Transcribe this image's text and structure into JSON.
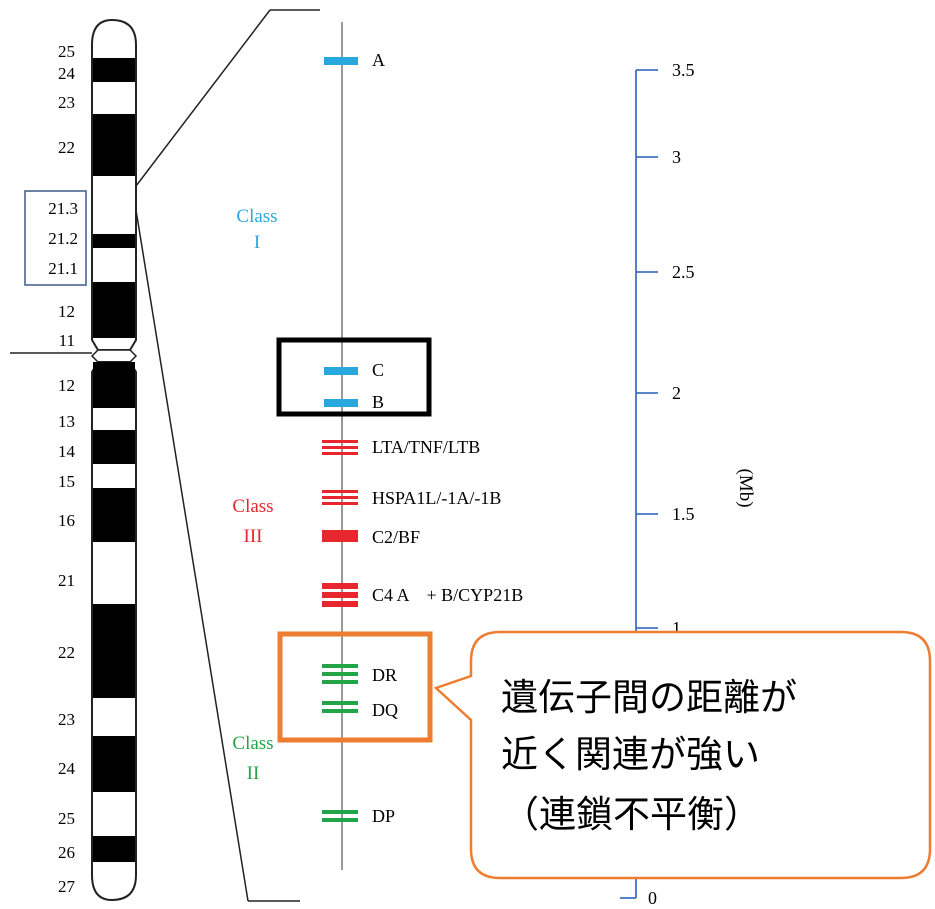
{
  "chromosome": {
    "p_arm_bands": [
      "25",
      "24",
      "23",
      "22",
      "21.3",
      "21.2",
      "21.1",
      "12",
      "11"
    ],
    "q_arm_bands": [
      "12",
      "13",
      "14",
      "15",
      "16",
      "21",
      "22",
      "23",
      "24",
      "25",
      "26",
      "27"
    ]
  },
  "genes": [
    {
      "label": "A",
      "class": "I"
    },
    {
      "label": "C",
      "class": "I"
    },
    {
      "label": "B",
      "class": "I"
    },
    {
      "label": "LTA/TNF/LTB",
      "class": "III"
    },
    {
      "label": "HSPA1L/-1A/-1B",
      "class": "III"
    },
    {
      "label": "C2/BF",
      "class": "III"
    },
    {
      "label": "C4 A　+ B/CYP21B",
      "class": "III"
    },
    {
      "label": "DR",
      "class": "II"
    },
    {
      "label": "DQ",
      "class": "II"
    },
    {
      "label": "DP",
      "class": "II"
    }
  ],
  "class_labels": {
    "class1": {
      "word": "Class",
      "numeral": "I"
    },
    "class3": {
      "word": "Class",
      "numeral": "III"
    },
    "class2": {
      "word": "Class",
      "numeral": "II"
    }
  },
  "scale": {
    "unit": "(Mb)",
    "ticks": [
      "3.5",
      "3",
      "2.5",
      "2",
      "1.5",
      "1",
      "0"
    ]
  },
  "callout": {
    "lines": [
      "遺伝子間の距離が",
      "近く関連が強い",
      "（連鎖不平衡）"
    ]
  },
  "colors": {
    "class1": "#29a8e0",
    "class3": "#e8262d",
    "class2": "#22a548",
    "scale": "#4472c4",
    "highlight_box": "#ed7d31",
    "black_box": "#000000"
  }
}
